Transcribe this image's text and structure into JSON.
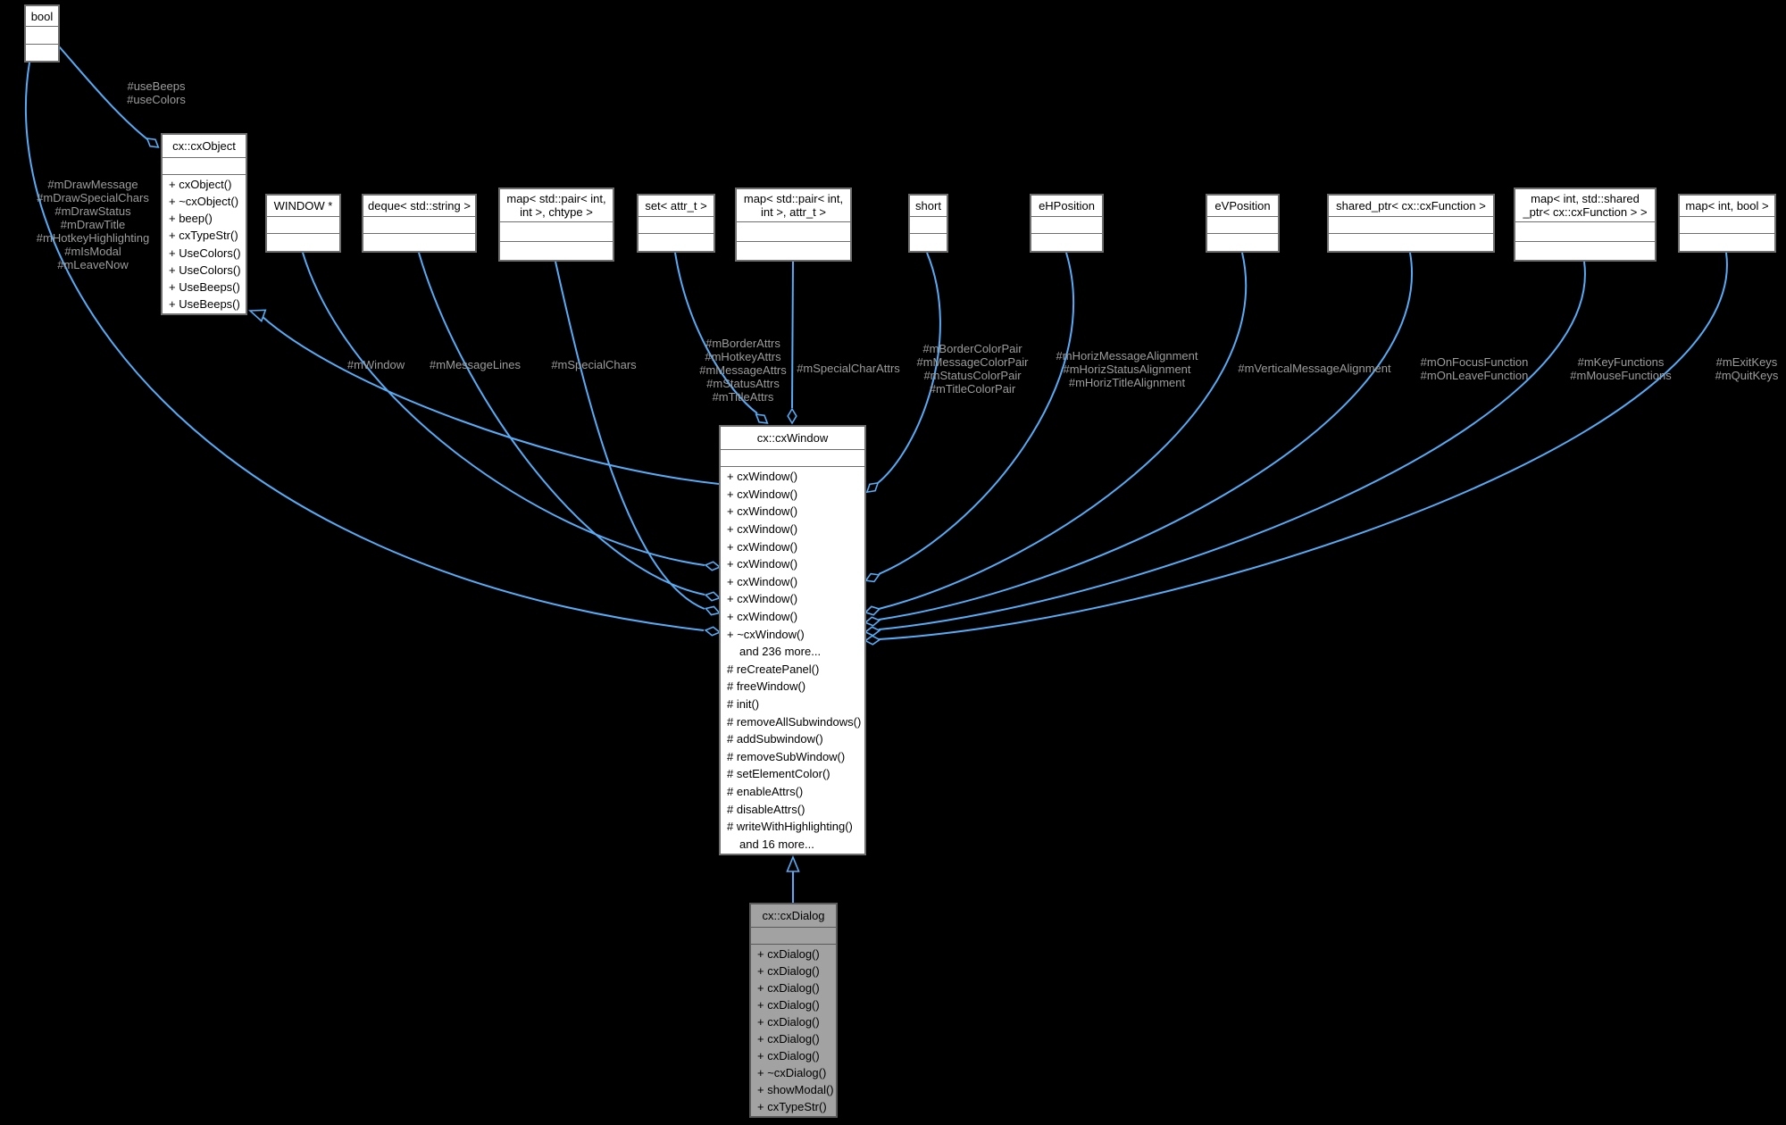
{
  "diagram": {
    "background": "#000000",
    "edge_color": "#58abf5",
    "label_color": "#9c9c9c",
    "node_fill": "#ffffff",
    "node_border": "#6e6e6e",
    "highlight_fill": "#a2a2a2"
  },
  "nodes": {
    "bool": {
      "title": "bool"
    },
    "cxobject": {
      "title": "cx::cxObject",
      "methods": [
        "+ cxObject()",
        "+ ~cxObject()",
        "+ beep()",
        "+ cxTypeStr()",
        "+ UseColors()",
        "+ UseColors()",
        "+ UseBeeps()",
        "+ UseBeeps()"
      ]
    },
    "window_ptr": {
      "title": "WINDOW *"
    },
    "deque_string": {
      "title": "deque< std::string >"
    },
    "map_chtype": {
      "title": [
        "map< std::pair< int,",
        "int >, chtype >"
      ]
    },
    "set_attr": {
      "title": "set< attr_t >"
    },
    "map_attr": {
      "title": [
        "map< std::pair< int,",
        "int >, attr_t >"
      ]
    },
    "short_type": {
      "title": "short"
    },
    "ehposition": {
      "title": "eHPosition"
    },
    "evposition": {
      "title": "eVPosition"
    },
    "shared_ptr_fn": {
      "title": "shared_ptr< cx::cxFunction >"
    },
    "map_int_fn": {
      "title": [
        "map< int, std::shared",
        "_ptr< cx::cxFunction > >"
      ]
    },
    "map_int_bool": {
      "title": "map< int, bool >"
    },
    "cxwindow": {
      "title": "cx::cxWindow",
      "methods": [
        "+ cxWindow()",
        "+ cxWindow()",
        "+ cxWindow()",
        "+ cxWindow()",
        "+ cxWindow()",
        "+ cxWindow()",
        "+ cxWindow()",
        "+ cxWindow()",
        "+ cxWindow()",
        "+ ~cxWindow()",
        "and 236 more...",
        "# reCreatePanel()",
        "# freeWindow()",
        "# init()",
        "# removeAllSubwindows()",
        "# addSubwindow()",
        "# removeSubWindow()",
        "# setElementColor()",
        "# enableAttrs()",
        "# disableAttrs()",
        "# writeWithHighlighting()",
        "and 16 more..."
      ]
    },
    "cxdialog": {
      "title": "cx::cxDialog",
      "methods": [
        "+ cxDialog()",
        "+ cxDialog()",
        "+ cxDialog()",
        "+ cxDialog()",
        "+ cxDialog()",
        "+ cxDialog()",
        "+ cxDialog()",
        "+ ~cxDialog()",
        "+ showModal()",
        "+ cxTypeStr()"
      ]
    }
  },
  "edge_labels": {
    "use_flags": [
      "#useBeeps",
      "#useColors"
    ],
    "draw_flags": [
      "#mDrawMessage",
      "#mDrawSpecialChars",
      "#mDrawStatus",
      "#mDrawTitle",
      "#mHotkeyHighlighting",
      "#mIsModal",
      "#mLeaveNow"
    ],
    "window": [
      "#mWindow"
    ],
    "message_lines": [
      "#mMessageLines"
    ],
    "special_chars": [
      "#mSpecialChars"
    ],
    "attrs": [
      "#mBorderAttrs",
      "#mHotkeyAttrs",
      "#mMessageAttrs",
      "#mStatusAttrs",
      "#mTitleAttrs"
    ],
    "special_char_attrs": [
      "#mSpecialCharAttrs"
    ],
    "color_pairs": [
      "#mBorderColorPair",
      "#mMessageColorPair",
      "#mStatusColorPair",
      "#mTitleColorPair"
    ],
    "horiz_align": [
      "#mHorizMessageAlignment",
      "#mHorizStatusAlignment",
      "#mHorizTitleAlignment"
    ],
    "vert_align": [
      "#mVerticalMessageAlignment"
    ],
    "focus_fns": [
      "#mOnFocusFunction",
      "#mOnLeaveFunction"
    ],
    "key_fns": [
      "#mKeyFunctions",
      "#mMouseFunctions"
    ],
    "exit_keys": [
      "#mExitKeys",
      "#mQuitKeys"
    ]
  }
}
